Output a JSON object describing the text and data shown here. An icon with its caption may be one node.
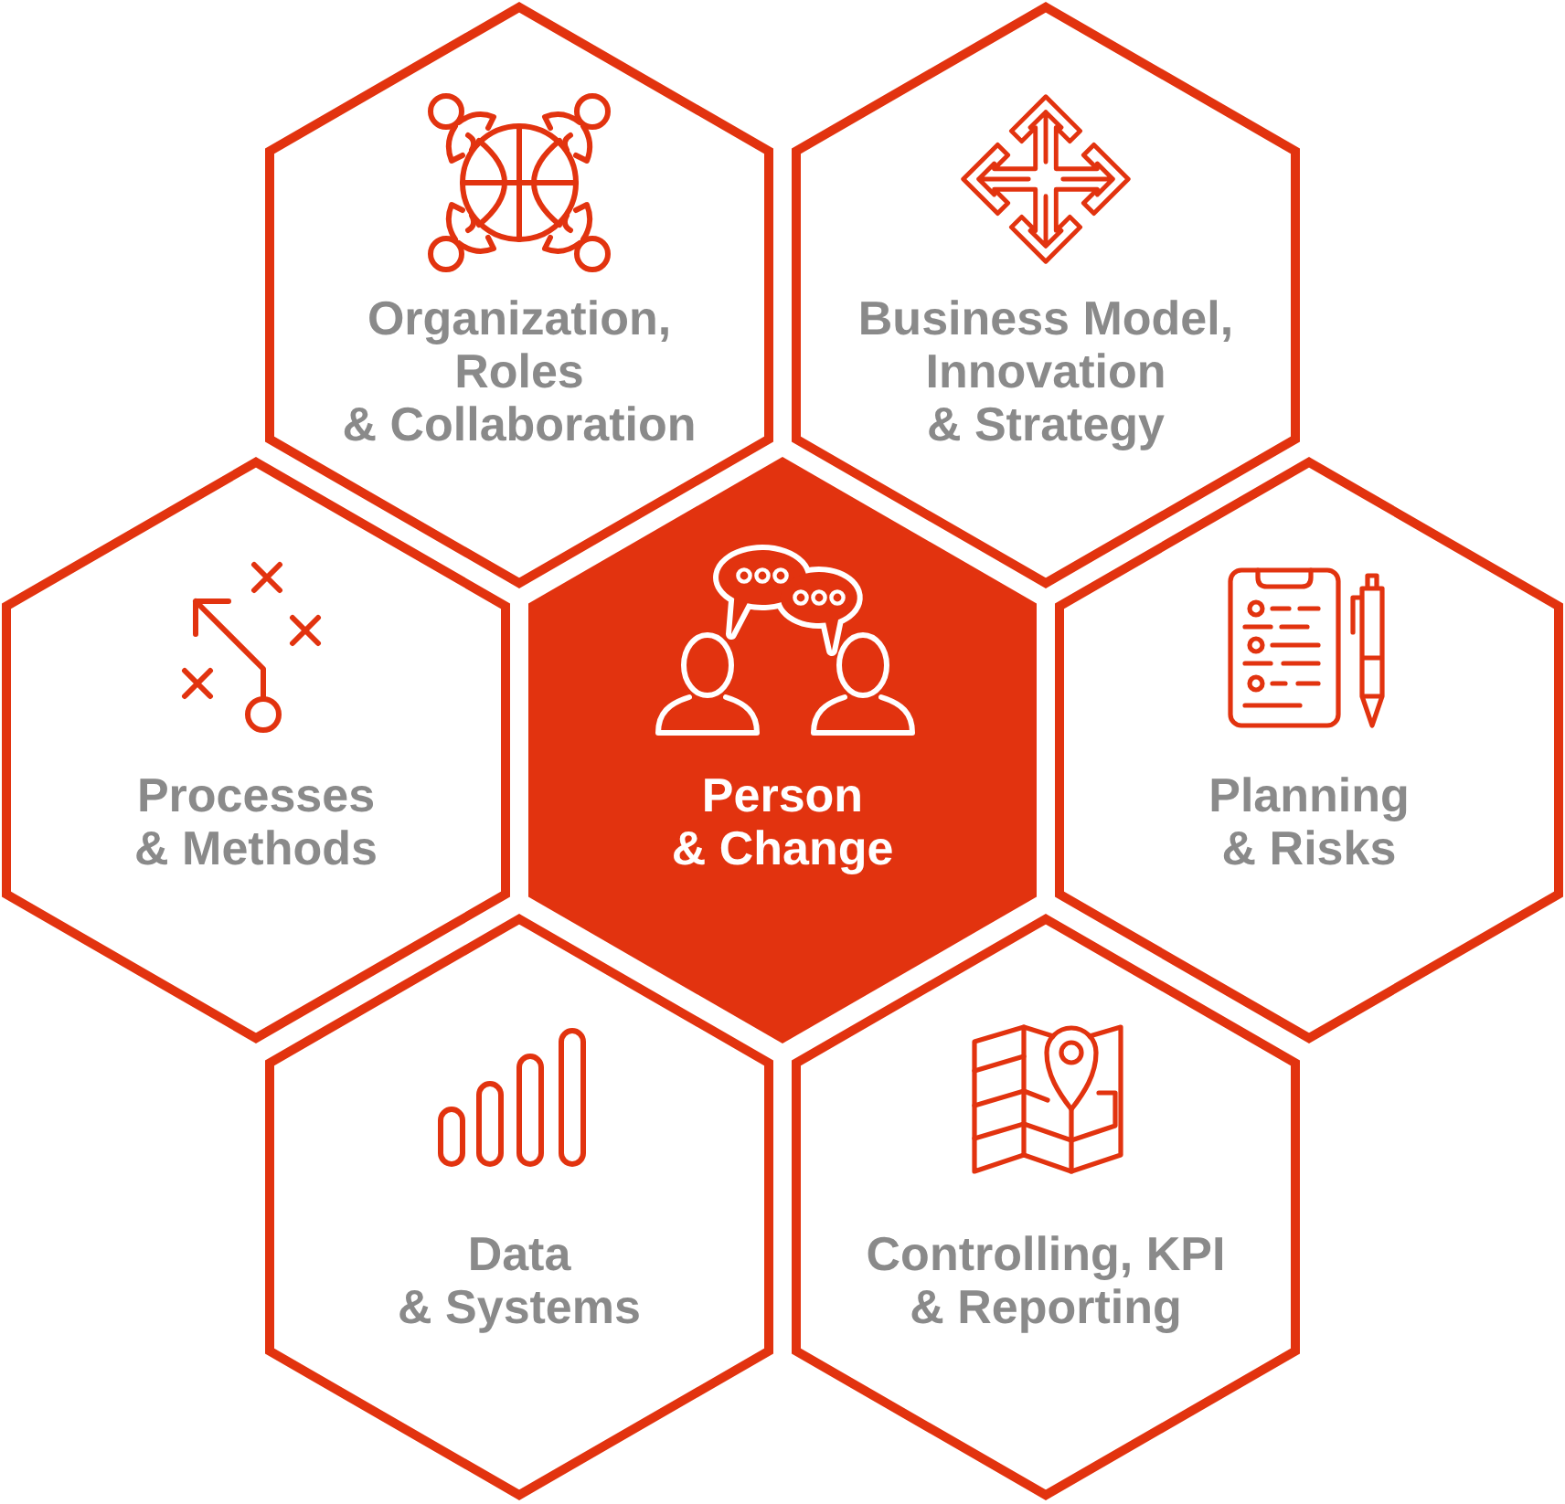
{
  "diagram": {
    "nodes": [
      {
        "text": [
          "Organization, Roles & Collaboration"
        ]
      },
      {
        "text": [
          "Business Model, Innovation & Strategy"
        ]
      },
      {
        "text": [
          "Processes & Methods"
        ]
      },
      {
        "text": [
          "Person & Change"
        ]
      },
      {
        "text": [
          "Planning & Risks"
        ]
      },
      {
        "text": [
          "Data & Systems"
        ]
      },
      {
        "text": [
          "Controlling, KPI & Reporting"
        ]
      }
    ]
  }
}
